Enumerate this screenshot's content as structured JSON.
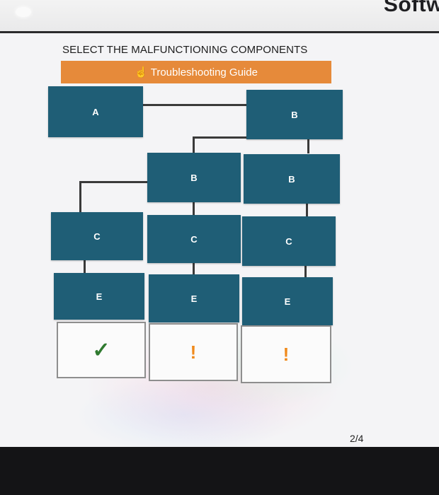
{
  "header": {
    "brand_fragment": "Softw"
  },
  "instruction": "SELECT THE MALFUNCTIONING COMPONENTS",
  "guide_button": {
    "icon": "pointing-hand-icon",
    "label": "Troubleshooting Guide"
  },
  "components": {
    "top_left": "A",
    "top_right": "B",
    "row2": [
      "B",
      "B"
    ],
    "row3": [
      "C",
      "C",
      "C"
    ],
    "row4": [
      "E",
      "E",
      "E"
    ]
  },
  "results": [
    {
      "status": "ok",
      "symbol": "✓",
      "icon": "checkmark-icon",
      "color": "#2f7a2f"
    },
    {
      "status": "warning",
      "symbol": "!",
      "icon": "warning-icon",
      "color": "#f08a1c"
    },
    {
      "status": "warning",
      "symbol": "!",
      "icon": "warning-icon",
      "color": "#f08a1c"
    }
  ],
  "pagination": "2/4",
  "colors": {
    "component": "#1f5e76",
    "guide_button": "#e68a3a"
  }
}
